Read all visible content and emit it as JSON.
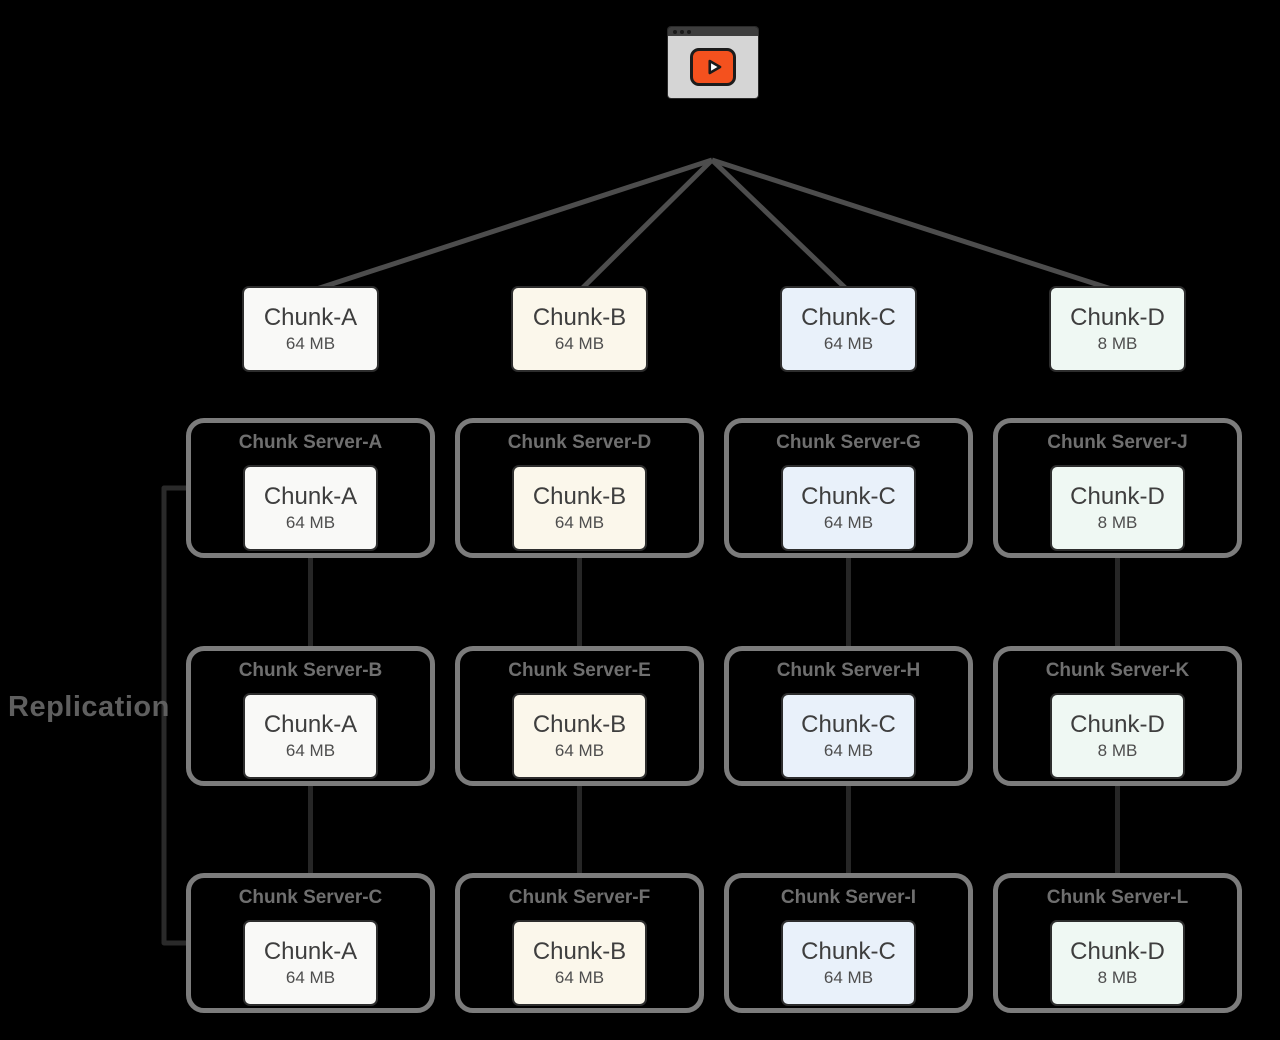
{
  "video_player": {
    "icon": "video-player-icon",
    "titlebar_color": "#3d3d3d",
    "body_color": "#d5d5d5",
    "play_button_color": "#f4511e"
  },
  "replication": {
    "label": "Replication",
    "color": "#5f5f5f"
  },
  "file_chunks": [
    {
      "label": "Chunk-A",
      "size": "64 MB",
      "fill": "#f9f9f7"
    },
    {
      "label": "Chunk-B",
      "size": "64 MB",
      "fill": "#fbf7eb"
    },
    {
      "label": "Chunk-C",
      "size": "64 MB",
      "fill": "#e9f1fa"
    },
    {
      "label": "Chunk-D",
      "size": "8 MB",
      "fill": "#eff8f3"
    }
  ],
  "server_grid": [
    [
      {
        "title": "Chunk Server-A",
        "chunk": {
          "label": "Chunk-A",
          "size": "64 MB",
          "fill": "#f9f9f7"
        }
      },
      {
        "title": "Chunk Server-D",
        "chunk": {
          "label": "Chunk-B",
          "size": "64 MB",
          "fill": "#fbf7eb"
        }
      },
      {
        "title": "Chunk Server-G",
        "chunk": {
          "label": "Chunk-C",
          "size": "64 MB",
          "fill": "#e9f1fa"
        }
      },
      {
        "title": "Chunk Server-J",
        "chunk": {
          "label": "Chunk-D",
          "size": "8 MB",
          "fill": "#eff8f3"
        }
      }
    ],
    [
      {
        "title": "Chunk Server-B",
        "chunk": {
          "label": "Chunk-A",
          "size": "64 MB",
          "fill": "#f9f9f7"
        }
      },
      {
        "title": "Chunk Server-E",
        "chunk": {
          "label": "Chunk-B",
          "size": "64 MB",
          "fill": "#fbf7eb"
        }
      },
      {
        "title": "Chunk Server-H",
        "chunk": {
          "label": "Chunk-C",
          "size": "64 MB",
          "fill": "#e9f1fa"
        }
      },
      {
        "title": "Chunk Server-K",
        "chunk": {
          "label": "Chunk-D",
          "size": "8 MB",
          "fill": "#eff8f3"
        }
      }
    ],
    [
      {
        "title": "Chunk Server-C",
        "chunk": {
          "label": "Chunk-A",
          "size": "64 MB",
          "fill": "#f9f9f7"
        }
      },
      {
        "title": "Chunk Server-F",
        "chunk": {
          "label": "Chunk-B",
          "size": "64 MB",
          "fill": "#fbf7eb"
        }
      },
      {
        "title": "Chunk Server-I",
        "chunk": {
          "label": "Chunk-C",
          "size": "64 MB",
          "fill": "#e9f1fa"
        }
      },
      {
        "title": "Chunk Server-L",
        "chunk": {
          "label": "Chunk-D",
          "size": "8 MB",
          "fill": "#eff8f3"
        }
      }
    ]
  ],
  "lines": {
    "fan_color": "#4d4d4d",
    "connector_color": "#262626",
    "bracket_color": "#2a2a2a",
    "server_border_color": "#7c7c7c"
  }
}
